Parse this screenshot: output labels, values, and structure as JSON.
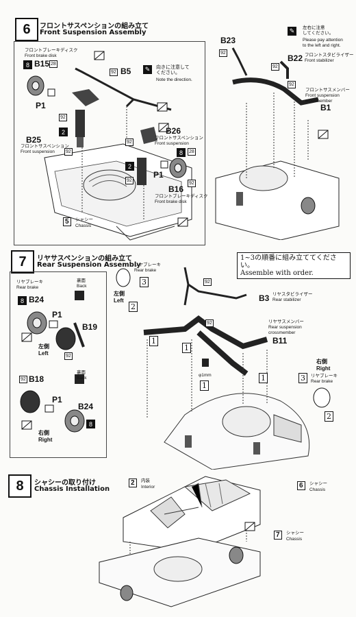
{
  "step6": {
    "number": "6",
    "title_jp": "フロントサスペンションの組み立て",
    "title_en": "Front Suspension Assembly",
    "labels": {
      "brake_disk_jp": "フロントブレーキディスク",
      "brake_disk_en": "Front brake disk",
      "b15": "B15",
      "b15_box": "8",
      "n28": "28",
      "b5": "B5",
      "note_dir_jp": "向きに注意して\nください。",
      "note_dir_en": "Note the direction.",
      "p1": "P1",
      "b25": "B25",
      "susp_jp": "フロントサスペンション",
      "susp_en": "Front suspension",
      "b26": "B26",
      "susp2_jp": "フロントサスペンション",
      "susp2_en": "Front suspension",
      "p1b": "P1",
      "b16": "B16",
      "brake_disk2_jp": "フロントブレーキディスク",
      "brake_disk2_en": "Front brake disk",
      "chassis_num": "5",
      "chassis_jp": "シャシー",
      "chassis_en": "Chassis",
      "b23": "B23",
      "attn_jp": "左右に注意\nしてください。",
      "attn_en": "Please pay attention\nto the left and right.",
      "b22": "B22",
      "stab_jp": "フロントスタビライザー",
      "stab_en": "Front stabilizer",
      "cross_jp": "フロントサスメンバー",
      "cross_en": "Front suspension\ncrossmember",
      "b1": "B1",
      "n92": "92",
      "n2": "2",
      "n8": "8"
    }
  },
  "step7": {
    "number": "7",
    "title_jp": "リヤサスペンションの組み立て",
    "title_en": "Rear Suspension Assembly",
    "order_note_jp": "1~3の順番に組み立ててください。",
    "order_note_en": "Assemble with order.",
    "labels": {
      "rear_brake_jp": "リヤブレーキ",
      "rear_brake_en": "Rear brake",
      "back_jp": "裏面",
      "back_en": "Back",
      "b24": "B24",
      "b24_box": "8",
      "p1": "P1",
      "b19": "B19",
      "left_jp": "左側",
      "left_en": "Left",
      "b18": "B18",
      "b18_box": "92",
      "right_jp": "右側",
      "right_en": "Right",
      "b24b": "B24",
      "p1b": "P1",
      "rb_top_jp": "リヤブレーキ",
      "rb_top_en": "Rear brake",
      "left2_jp": "左側",
      "left2_en": "Left",
      "b3": "B3",
      "stab_jp": "リヤスタビライザー",
      "stab_en": "Rear stabilizer",
      "member_jp": "リヤサスメンバー",
      "member_en": "Rear suspension\ncrossmember",
      "b11": "B11",
      "drill": "φ1mm",
      "right2_jp": "右側",
      "right2_en": "Right",
      "rb_right_jp": "リヤブレーキ",
      "rb_right_en": "Rear brake",
      "chassis_num": "6",
      "chassis_jp": "シャシー",
      "chassis_en": "Chassis",
      "o1": "1",
      "o2": "2",
      "o3": "3",
      "n92": "92"
    }
  },
  "step8": {
    "number": "8",
    "title_jp": "シャシーの取り付け",
    "title_en": "Chassis Installation",
    "interior_num": "2",
    "interior_jp": "内装",
    "interior_en": "Interior",
    "chassis_num": "7",
    "chassis_jp": "シャシー",
    "chassis_en": "Chassis"
  }
}
